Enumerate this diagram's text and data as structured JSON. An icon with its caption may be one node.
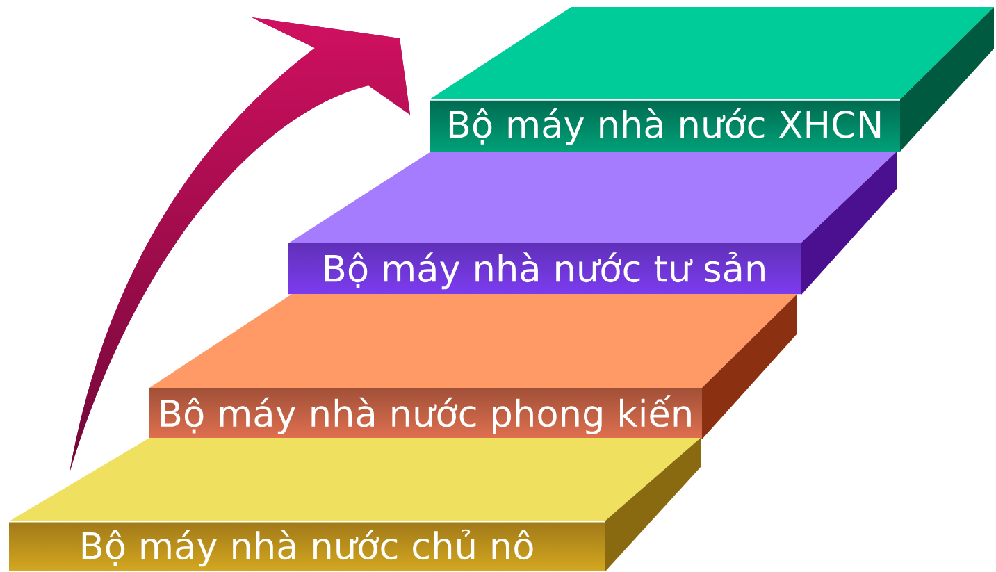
{
  "diagram": {
    "nodes": [
      {
        "text": [
          "Bộ máy nhà nước XHCN"
        ]
      },
      {
        "text": [
          "Bộ máy nhà nước tư sản"
        ]
      },
      {
        "text": [
          "Bộ máy nhà nước phong kiến"
        ]
      },
      {
        "text": [
          "Bộ máy nhà nước chủ nô"
        ]
      }
    ]
  }
}
